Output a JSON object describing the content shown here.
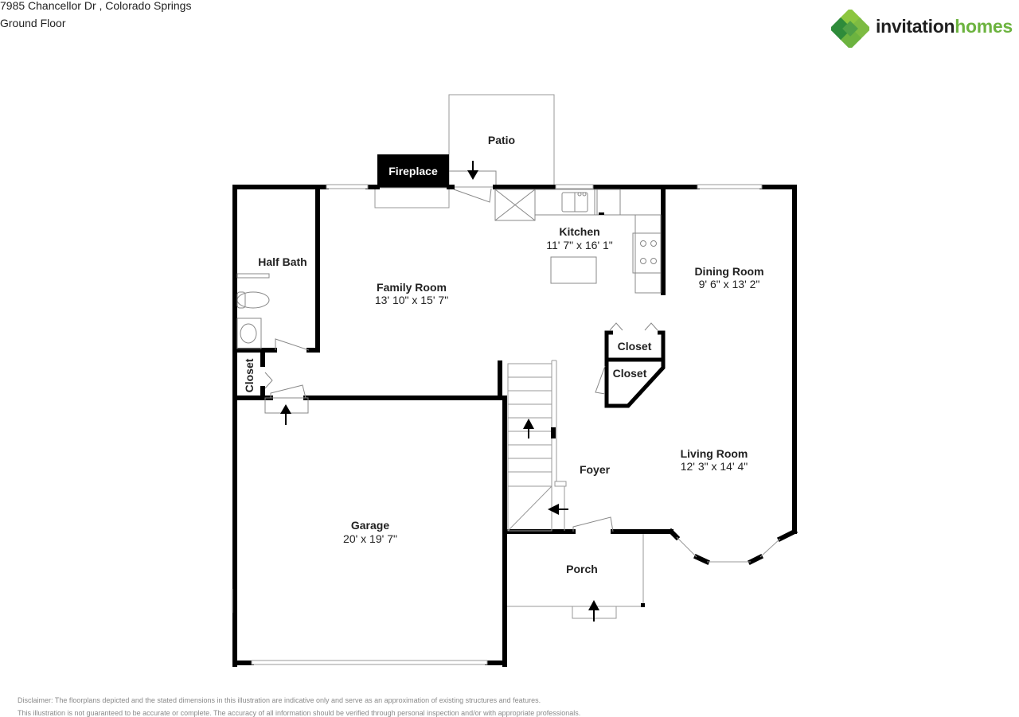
{
  "header": {
    "address": "7985 Chancellor Dr , Colorado Springs",
    "floor": "Ground Floor"
  },
  "logo": {
    "word1": "invitation",
    "word2": "homes",
    "colors": {
      "dark": "#1f1f1f",
      "green": "#6cb33f",
      "green_dark": "#2e8b3a",
      "green_light": "#8cc63f"
    }
  },
  "rooms": {
    "patio": {
      "name": "Patio"
    },
    "fireplace": {
      "name": "Fireplace"
    },
    "kitchen": {
      "name": "Kitchen",
      "dims": "11' 7\" x 16' 1\""
    },
    "half_bath": {
      "name": "Half Bath"
    },
    "family_room": {
      "name": "Family Room",
      "dims": "13' 10\" x 15' 7\""
    },
    "dining_room": {
      "name": "Dining Room",
      "dims": "9' 6\" x 13' 2\""
    },
    "closet_upper": {
      "name": "Closet"
    },
    "closet_lower": {
      "name": "Closet"
    },
    "closet_side": {
      "name": "Closet"
    },
    "foyer": {
      "name": "Foyer"
    },
    "living_room": {
      "name": "Living Room",
      "dims": "12' 3\" x 14' 4\""
    },
    "garage": {
      "name": "Garage",
      "dims": "20' x 19' 7\""
    },
    "porch": {
      "name": "Porch"
    }
  },
  "disclaimer": {
    "line1": "Disclaimer: The floorplans depicted and the stated dimensions in this illustration are indicative only and serve as an approximation of existing structures and features.",
    "line2": "This illustration is not guaranteed to be accurate or complete. The accuracy of all information should be verified through personal inspection and/or with appropriate professionals."
  }
}
